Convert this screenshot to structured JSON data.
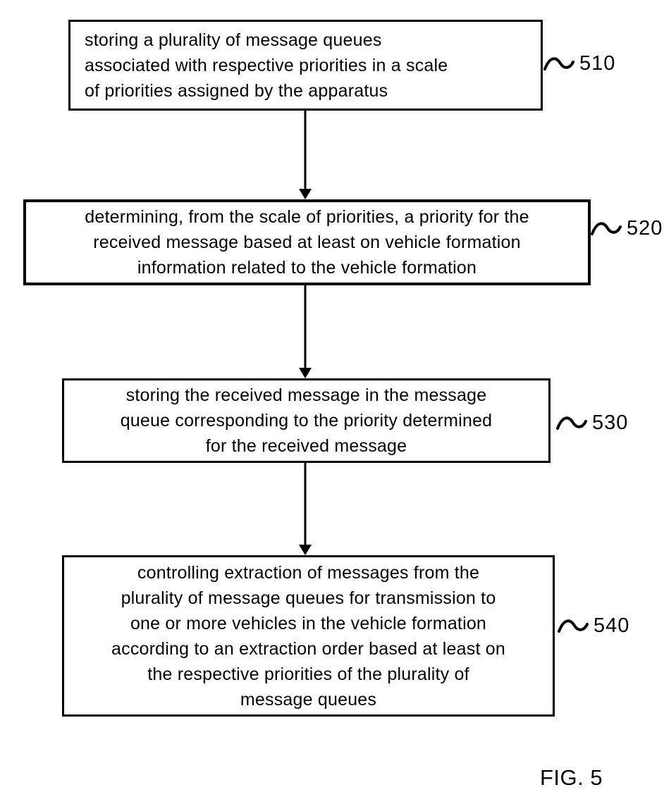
{
  "figure": {
    "caption": "FIG. 5",
    "steps": [
      {
        "ref": "510",
        "text": "storing a plurality of message queues\nassociated with respective priorities in a scale\nof priorities assigned by the apparatus"
      },
      {
        "ref": "520",
        "text": "determining, from the scale of priorities, a priority for the\nreceived message based at least on vehicle formation\ninformation related to the vehicle formation"
      },
      {
        "ref": "530",
        "text": "storing the received message in the message\nqueue corresponding to the priority determined\nfor the received message"
      },
      {
        "ref": "540",
        "text": "controlling extraction of messages from the\nplurality of message queues for transmission to\none or more vehicles in the vehicle formation\naccording to an extraction order based at least on\nthe respective priorities of the plurality of\nmessage queues"
      }
    ],
    "colors": {
      "line": "#000000",
      "background": "#ffffff"
    }
  }
}
